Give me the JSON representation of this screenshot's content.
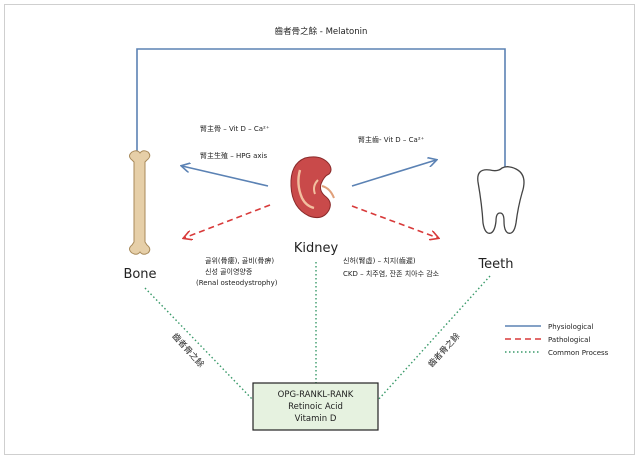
{
  "top_link": {
    "label": "齒者骨之餘 - Melatonin"
  },
  "nodes": {
    "bone": "Bone",
    "kidney": "Kidney",
    "teeth": "Teeth"
  },
  "arrows": {
    "kidney_to_bone_physiological": [
      "腎主骨 – Vit D – Ca²⁺",
      "腎主生殖 – HPG axis"
    ],
    "kidney_to_teeth_physiological": [
      "腎主齒- Vit D – Ca²⁺"
    ],
    "kidney_to_bone_pathological": [
      "골위(骨痿), 골비(骨痹)",
      "신성 골이영양증",
      "(Renal osteodystrophy)"
    ],
    "kidney_to_teeth_pathological": [
      "신허(腎虛) – 치지(齒遲)",
      "CKD – 치주염, 잔존 치아수 감소"
    ]
  },
  "side_labels": {
    "left": "齒者骨之餘",
    "right": "齒者骨之餘"
  },
  "center_box": {
    "lines": [
      "OPG-RANKL-RANK",
      "Retinoic Acid",
      "Vitamin D"
    ]
  },
  "legend": {
    "items": [
      {
        "label": "Physiological",
        "style": "solid",
        "color": "#5b82b4"
      },
      {
        "label": "Pathological",
        "style": "dashed",
        "color": "#d83a3a"
      },
      {
        "label": "Common Process",
        "style": "dotted",
        "color": "#3a9a6a"
      }
    ]
  },
  "colors": {
    "physiological": "#5b82b4",
    "pathological": "#d83a3a",
    "common": "#3a9a6a",
    "box_fill": "#e6f2e0",
    "box_border": "#222222"
  }
}
